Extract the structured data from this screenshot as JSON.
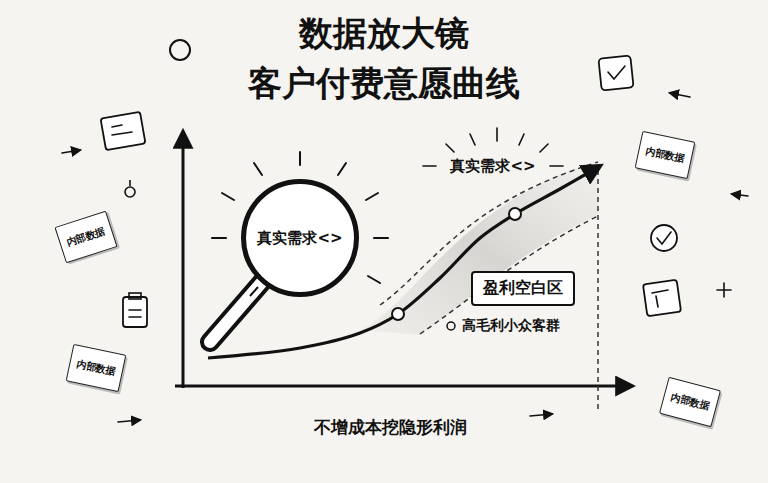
{
  "diagram": {
    "title": "数据放大镜 客户付费意愿曲线",
    "nodes": [
      {
        "text": [
          "内部数据"
        ]
      },
      {
        "text": [
          "内部数据"
        ]
      },
      {
        "text": [
          "真实需求<>"
        ]
      },
      {
        "text": [
          "盈利空白区"
        ]
      },
      {
        "text": [
          "内部数据"
        ]
      },
      {
        "text": [
          "内部数据"
        ]
      }
    ],
    "labels": [
      "真实需求<>",
      "高毛利小众客群",
      "不增成本挖隐形利润"
    ]
  }
}
